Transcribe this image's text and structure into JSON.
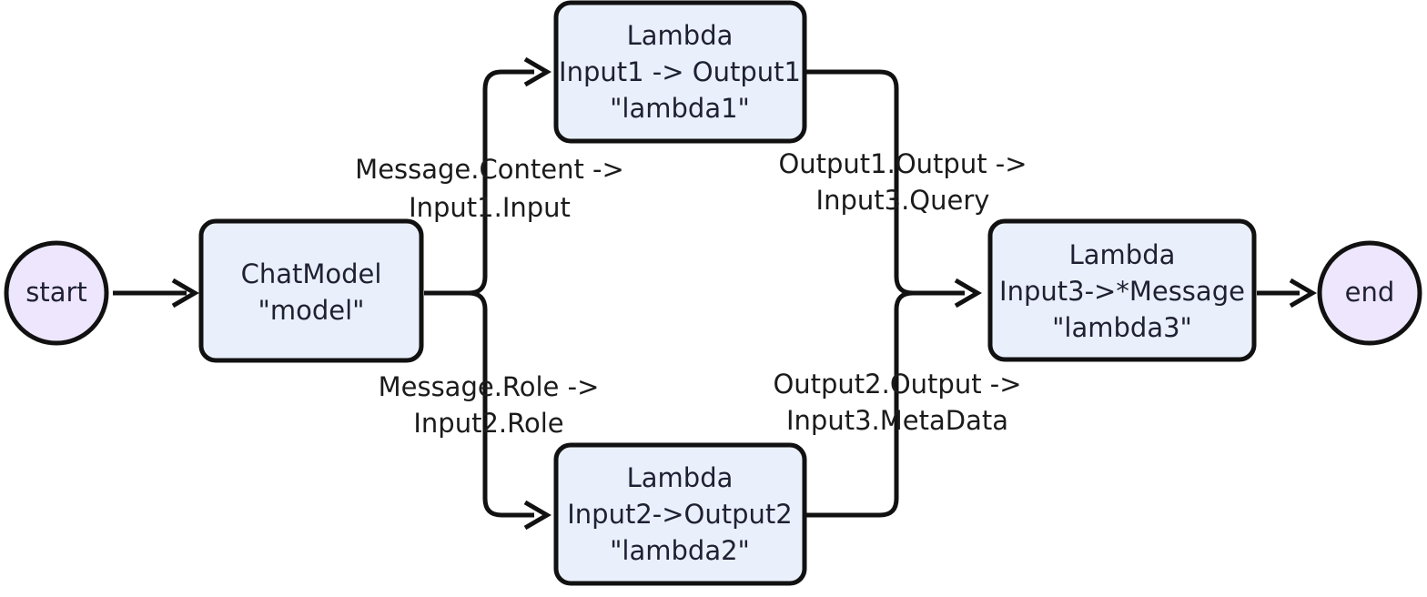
{
  "diagram": {
    "type": "flowchart",
    "orientation": "left-to-right",
    "background_color": "#ffffff",
    "node_fill": "#eaf0fb",
    "terminal_fill": "#ede6fc",
    "stroke_color": "#111111",
    "text_color": "#1f2033",
    "terminals": {
      "start": {
        "label": "start"
      },
      "end": {
        "label": "end"
      }
    },
    "nodes": [
      {
        "id": "model",
        "lines": [
          "ChatModel",
          "\"model\""
        ]
      },
      {
        "id": "lambda1",
        "lines": [
          "Lambda",
          "Input1 -> Output1",
          "\"lambda1\""
        ]
      },
      {
        "id": "lambda2",
        "lines": [
          "Lambda",
          "Input2->Output2",
          "\"lambda2\""
        ]
      },
      {
        "id": "lambda3",
        "lines": [
          "Lambda",
          "Input3->*Message",
          "\"lambda3\""
        ]
      }
    ],
    "edges": [
      {
        "id": "start-to-model",
        "from": "start",
        "to": "model",
        "label_lines": []
      },
      {
        "id": "model-to-lambda1",
        "from": "model",
        "to": "lambda1",
        "label_lines": [
          "Message.Content ->",
          "Input1.Input"
        ]
      },
      {
        "id": "model-to-lambda2",
        "from": "model",
        "to": "lambda2",
        "label_lines": [
          "Message.Role ->",
          "Input2.Role"
        ]
      },
      {
        "id": "lambda1-to-lambda3",
        "from": "lambda1",
        "to": "lambda3",
        "label_lines": [
          "Output1.Output ->",
          "Input3.Query"
        ]
      },
      {
        "id": "lambda2-to-lambda3",
        "from": "lambda2",
        "to": "lambda3",
        "label_lines": [
          "Output2.Output ->",
          "Input3.MetaData"
        ]
      },
      {
        "id": "lambda3-to-end",
        "from": "lambda3",
        "to": "end",
        "label_lines": []
      }
    ]
  }
}
